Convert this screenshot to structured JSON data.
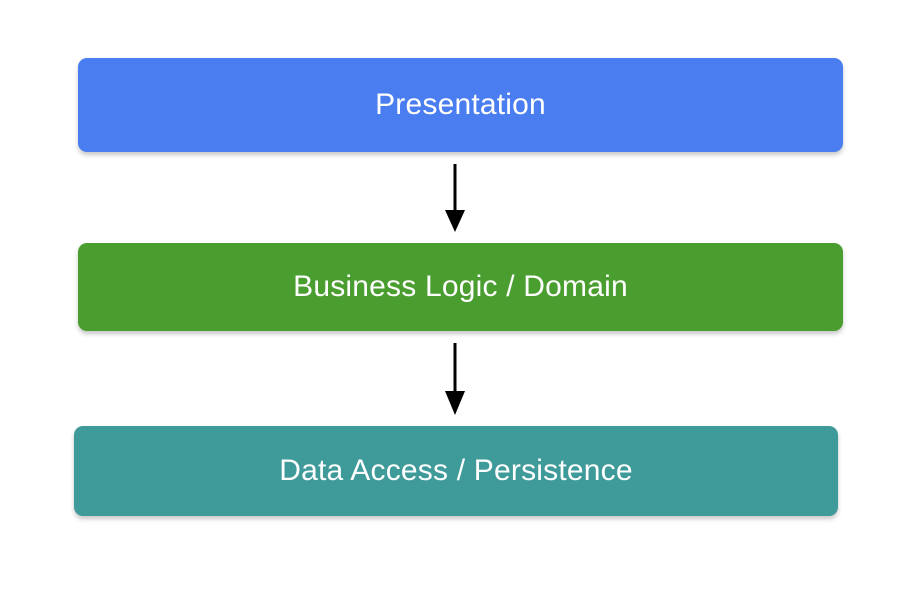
{
  "diagram": {
    "type": "layered-architecture",
    "background_color": "#ffffff",
    "layers": [
      {
        "id": "presentation",
        "label": "Presentation",
        "color": "#4a7ef0",
        "text_color": "#ffffff",
        "order": 1
      },
      {
        "id": "business-logic",
        "label": "Business Logic / Domain",
        "color": "#4a9e2f",
        "text_color": "#ffffff",
        "order": 2
      },
      {
        "id": "data-access",
        "label": "Data Access / Persistence",
        "color": "#3f9a9a",
        "text_color": "#ffffff",
        "order": 3
      }
    ],
    "connectors": [
      {
        "id": "presentation-to-business",
        "from": "presentation",
        "to": "business-logic",
        "direction": "down",
        "color": "#000000",
        "label": ""
      },
      {
        "id": "business-to-data",
        "from": "business-logic",
        "to": "data-access",
        "direction": "down",
        "color": "#000000",
        "label": ""
      }
    ]
  }
}
